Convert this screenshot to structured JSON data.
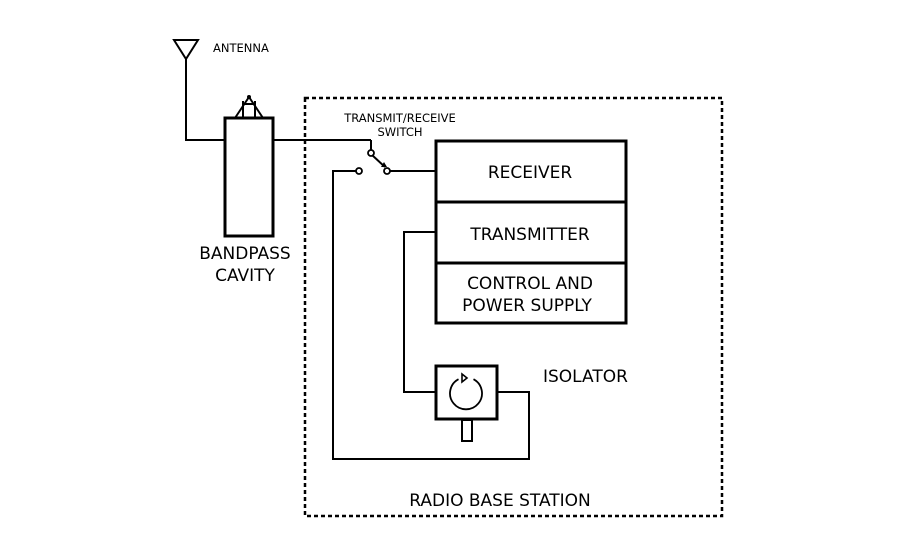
{
  "labels": {
    "antenna": "ANTENNA",
    "bandpass_line1": "BANDPASS",
    "bandpass_line2": "CAVITY",
    "switch_line1": "TRANSMIT/RECEIVE",
    "switch_line2": "SWITCH",
    "receiver": "RECEIVER",
    "transmitter": "TRANSMITTER",
    "control_line1": "CONTROL AND",
    "control_line2": "POWER SUPPLY",
    "isolator": "ISOLATOR",
    "station": "RADIO BASE STATION"
  },
  "colors": {
    "line": "#000000",
    "background": "#ffffff"
  }
}
